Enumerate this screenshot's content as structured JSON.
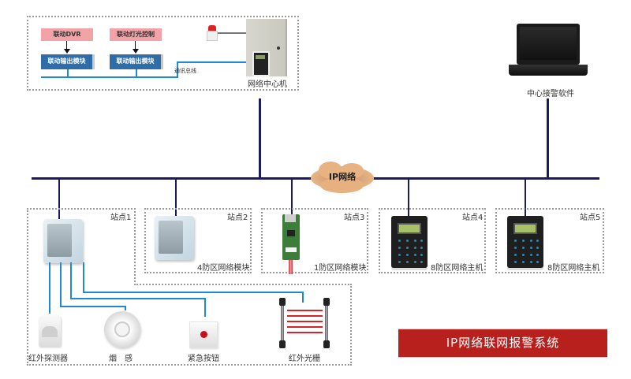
{
  "diagram": {
    "title": "IP网络联网报警系统",
    "colors": {
      "network_line": "#1e1a5e",
      "bus_line": "#1c8ad6",
      "title_banner": "#b8201e",
      "linkage_box": "#f2a3a8",
      "output_module": "#2f6da8",
      "cloud": "#e8b383"
    },
    "top_panel": {
      "linkage_dvr": "联动DVR",
      "linkage_light": "联动灯光控制",
      "output_module_1": "联动输出模块",
      "output_module_2": "联动输出模块",
      "bus_label": "通讯总线",
      "center_label": "网络中心机"
    },
    "software": {
      "label": "中心接警软件"
    },
    "network": {
      "cloud_label": "IP网络"
    },
    "stations": [
      {
        "name": "站点1",
        "device": ""
      },
      {
        "name": "站点2",
        "device": "4防区网络模块"
      },
      {
        "name": "站点3",
        "device": "1防区网络模块"
      },
      {
        "name": "站点4",
        "device": "8防区网络主机"
      },
      {
        "name": "站点5",
        "device": "8防区网络主机"
      }
    ],
    "detectors": [
      {
        "label": "红外探测器",
        "icon": "pir-detector-icon"
      },
      {
        "label": "烟　感",
        "icon": "smoke-detector-icon"
      },
      {
        "label": "紧急按钮",
        "icon": "panic-button-icon"
      },
      {
        "label": "红外光栅",
        "icon": "infrared-beam-icon"
      }
    ]
  }
}
